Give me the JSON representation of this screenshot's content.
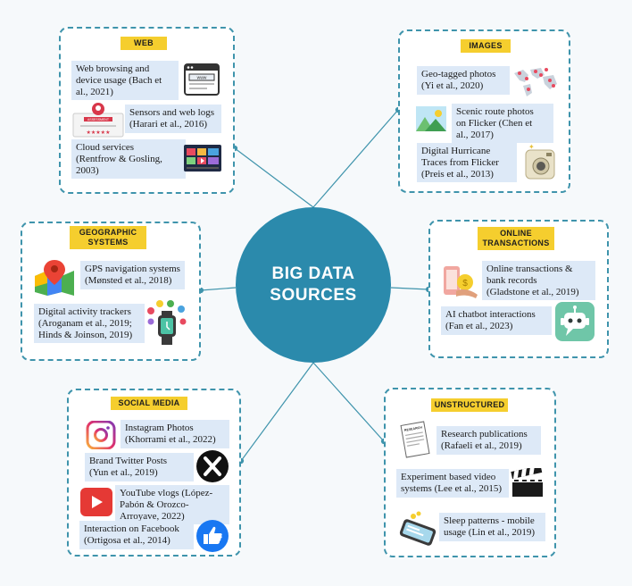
{
  "center": {
    "line1": "BIG DATA",
    "line2": "SOURCES"
  },
  "web": {
    "title": "WEB",
    "items": [
      {
        "l1": "Web browsing and",
        "l2": "device usage (Bach et",
        "l3": "al., 2021)"
      },
      {
        "l1": "Sensors and web logs",
        "l2": "(Harari et al., 2016)"
      },
      {
        "l1": "Cloud services",
        "l2": "(Rentfrow & Gosling,",
        "l3": "2003)"
      }
    ]
  },
  "images": {
    "title": "IMAGES",
    "items": [
      {
        "l1": "Geo-tagged photos",
        "l2": "(Yi et al., 2020)"
      },
      {
        "l1": "Scenic route photos",
        "l2": "on Flicker (Chen et",
        "l3": "al., 2017)"
      },
      {
        "l1": "Digital Hurricane",
        "l2": "Traces from Flicker",
        "l3": "(Preis et al., 2013)"
      }
    ]
  },
  "geographic": {
    "title_l1": "GEOGRAPHIC",
    "title_l2": "SYSTEMS",
    "items": [
      {
        "l1": "GPS navigation systems",
        "l2": "(Mønsted et al., 2018)"
      },
      {
        "l1": "Digital activity trackers",
        "l2": "(Aroganam et al., 2019;",
        "l3": "Hinds & Joinson, 2019)"
      }
    ]
  },
  "online": {
    "title_l1": "ONLINE",
    "title_l2": "TRANSACTIONS",
    "items": [
      {
        "l1": "Online  transactions &",
        "l2": "bank records",
        "l3": "(Gladstone et al., 2019)"
      },
      {
        "l1": "AI chatbot interactions",
        "l2": "(Fan et al., 2023)"
      }
    ]
  },
  "social": {
    "title": "SOCIAL MEDIA",
    "items": [
      {
        "l1": "Instagram Photos",
        "l2": "(Khorrami et al., 2022)"
      },
      {
        "l1": "Brand Twitter Posts",
        "l2": "(Yun et al., 2019)"
      },
      {
        "l1": "YouTube vlogs (López-",
        "l2": "Pabón & Orozco-",
        "l3": "Arroyave, 2022)"
      },
      {
        "l1": "Interaction on Facebook",
        "l2": "(Ortigosa et al., 2014)"
      }
    ]
  },
  "unstructured": {
    "title": "UNSTRUCTURED",
    "items": [
      {
        "l1": "Research publications",
        "l2": "(Rafaeli et al., 2019)"
      },
      {
        "l1": "Experiment based video",
        "l2": "systems (Lee et al., 2015)"
      },
      {
        "l1": "Sleep patterns - mobile",
        "l2": "usage (Lin et al., 2019)"
      }
    ]
  },
  "icons": {
    "browser_text": "www",
    "review_text": "ASSESSMENT",
    "paper_text": "RESEARCH"
  },
  "colors": {
    "accent": "#2b8aac",
    "border": "#3f94ac",
    "badge": "#f5ce2e",
    "item_bg": "#dde9f7"
  }
}
